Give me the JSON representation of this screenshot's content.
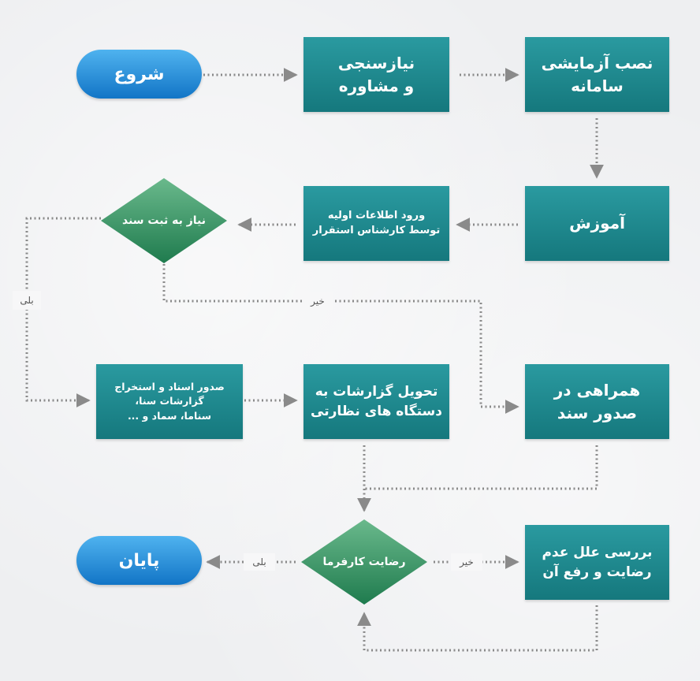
{
  "nodes": {
    "start": "شروع",
    "needs": "نیازسنجی\nو مشاوره",
    "pilot": "نصب آزمایشی\nسامانه",
    "training": "آموزش",
    "data_entry": "ورود اطلاعات اولیه\nتوسط کارشناس استقرار",
    "registration_decision": "نیاز به ثبت سند",
    "accompany": "همراهی در\nصدور سند",
    "delivery": "تحویل گزارشات به\nدستگاه های نظارتی",
    "issue_docs": "صدور اسناد و استخراج\nگزارشات سنا،\nسناما، سماد و ...",
    "satisfaction_decision": "رضایت کارفرما",
    "review": "بررسی علل عدم\nرضایت و رفع آن",
    "end": "پایان"
  },
  "edge_labels": {
    "reg_yes": "بلی",
    "reg_no": "خیر",
    "sat_yes": "بلی",
    "sat_no": "خیر"
  },
  "colors": {
    "box_top": "#2a9aa0",
    "box_bottom": "#15787d",
    "diamond_top": "#6ab98c",
    "diamond_bottom": "#1f7b4e",
    "pill_top": "#4fb3ef",
    "pill_bottom": "#1275c6",
    "connector": "#8a8a8a"
  }
}
